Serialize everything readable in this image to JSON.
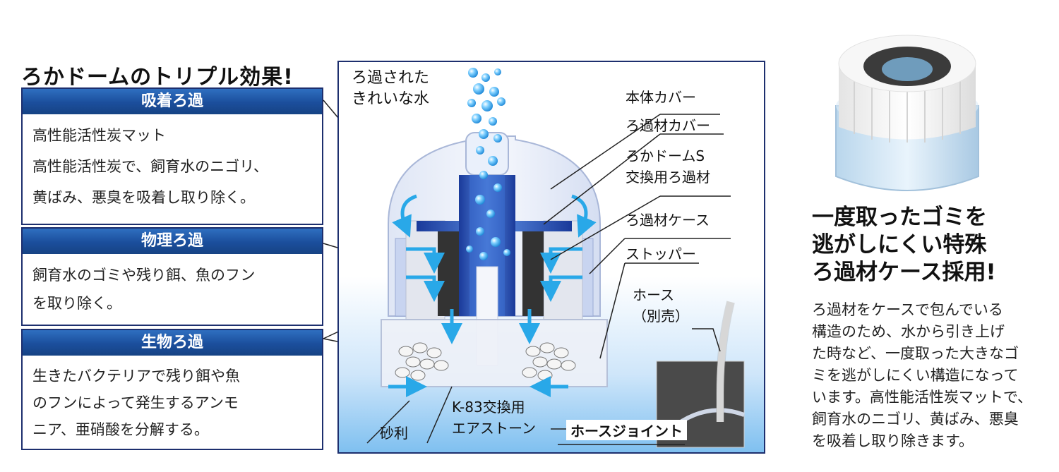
{
  "left": {
    "title": "ろかドームのトリプル効果!",
    "boxes": [
      {
        "header": "吸着ろ過",
        "lines": [
          "高性能活性炭マット",
          "高性能活性炭で、飼育水のニゴリ、",
          "黄ばみ、悪臭を吸着し取り除く。"
        ]
      },
      {
        "header": "物理ろ過",
        "lines": [
          "飼育水のゴミや残り餌、魚のフン",
          "を取り除く。"
        ]
      },
      {
        "header": "生物ろ過",
        "lines": [
          "生きたバクテリアで残り餌や魚",
          "のフンによって発生するアンモ",
          "ニア、亜硝酸を分解する。"
        ]
      }
    ]
  },
  "diagram": {
    "water_label": [
      "ろ過された",
      "きれいな水"
    ],
    "parts": {
      "body_cover": "本体カバー",
      "filter_cover": "ろ過材カバー",
      "replacement": [
        "ろかドームS",
        "交換用ろ過材"
      ],
      "filter_case": "ろ過材ケース",
      "stopper": "ストッパー",
      "hose": [
        "ホース",
        "（別売）"
      ],
      "gravel": "砂利",
      "air_stone": [
        "K-83交換用",
        "エアストーン"
      ],
      "hose_joint": "ホースジョイント"
    },
    "colors": {
      "flow_arrow": "#29a8e8",
      "carbon": "#333333",
      "frame": "#1d2f6e",
      "header_blue": "#1b4e9c"
    }
  },
  "right": {
    "title_lines": [
      "一度取ったゴミを",
      "逃がしにくい特殊",
      "ろ過材ケース採用!"
    ],
    "body_lines": [
      "ろ過材をケースで包んでいる",
      "構造のため、水から引き上げ",
      "た時など、一度取った大きなゴ",
      "ミを逃がしにくい構造になって",
      "います。高性能活性炭マットで、",
      "飼育水のニゴリ、黄ばみ、悪臭",
      "を吸着し取り除きます。"
    ]
  }
}
